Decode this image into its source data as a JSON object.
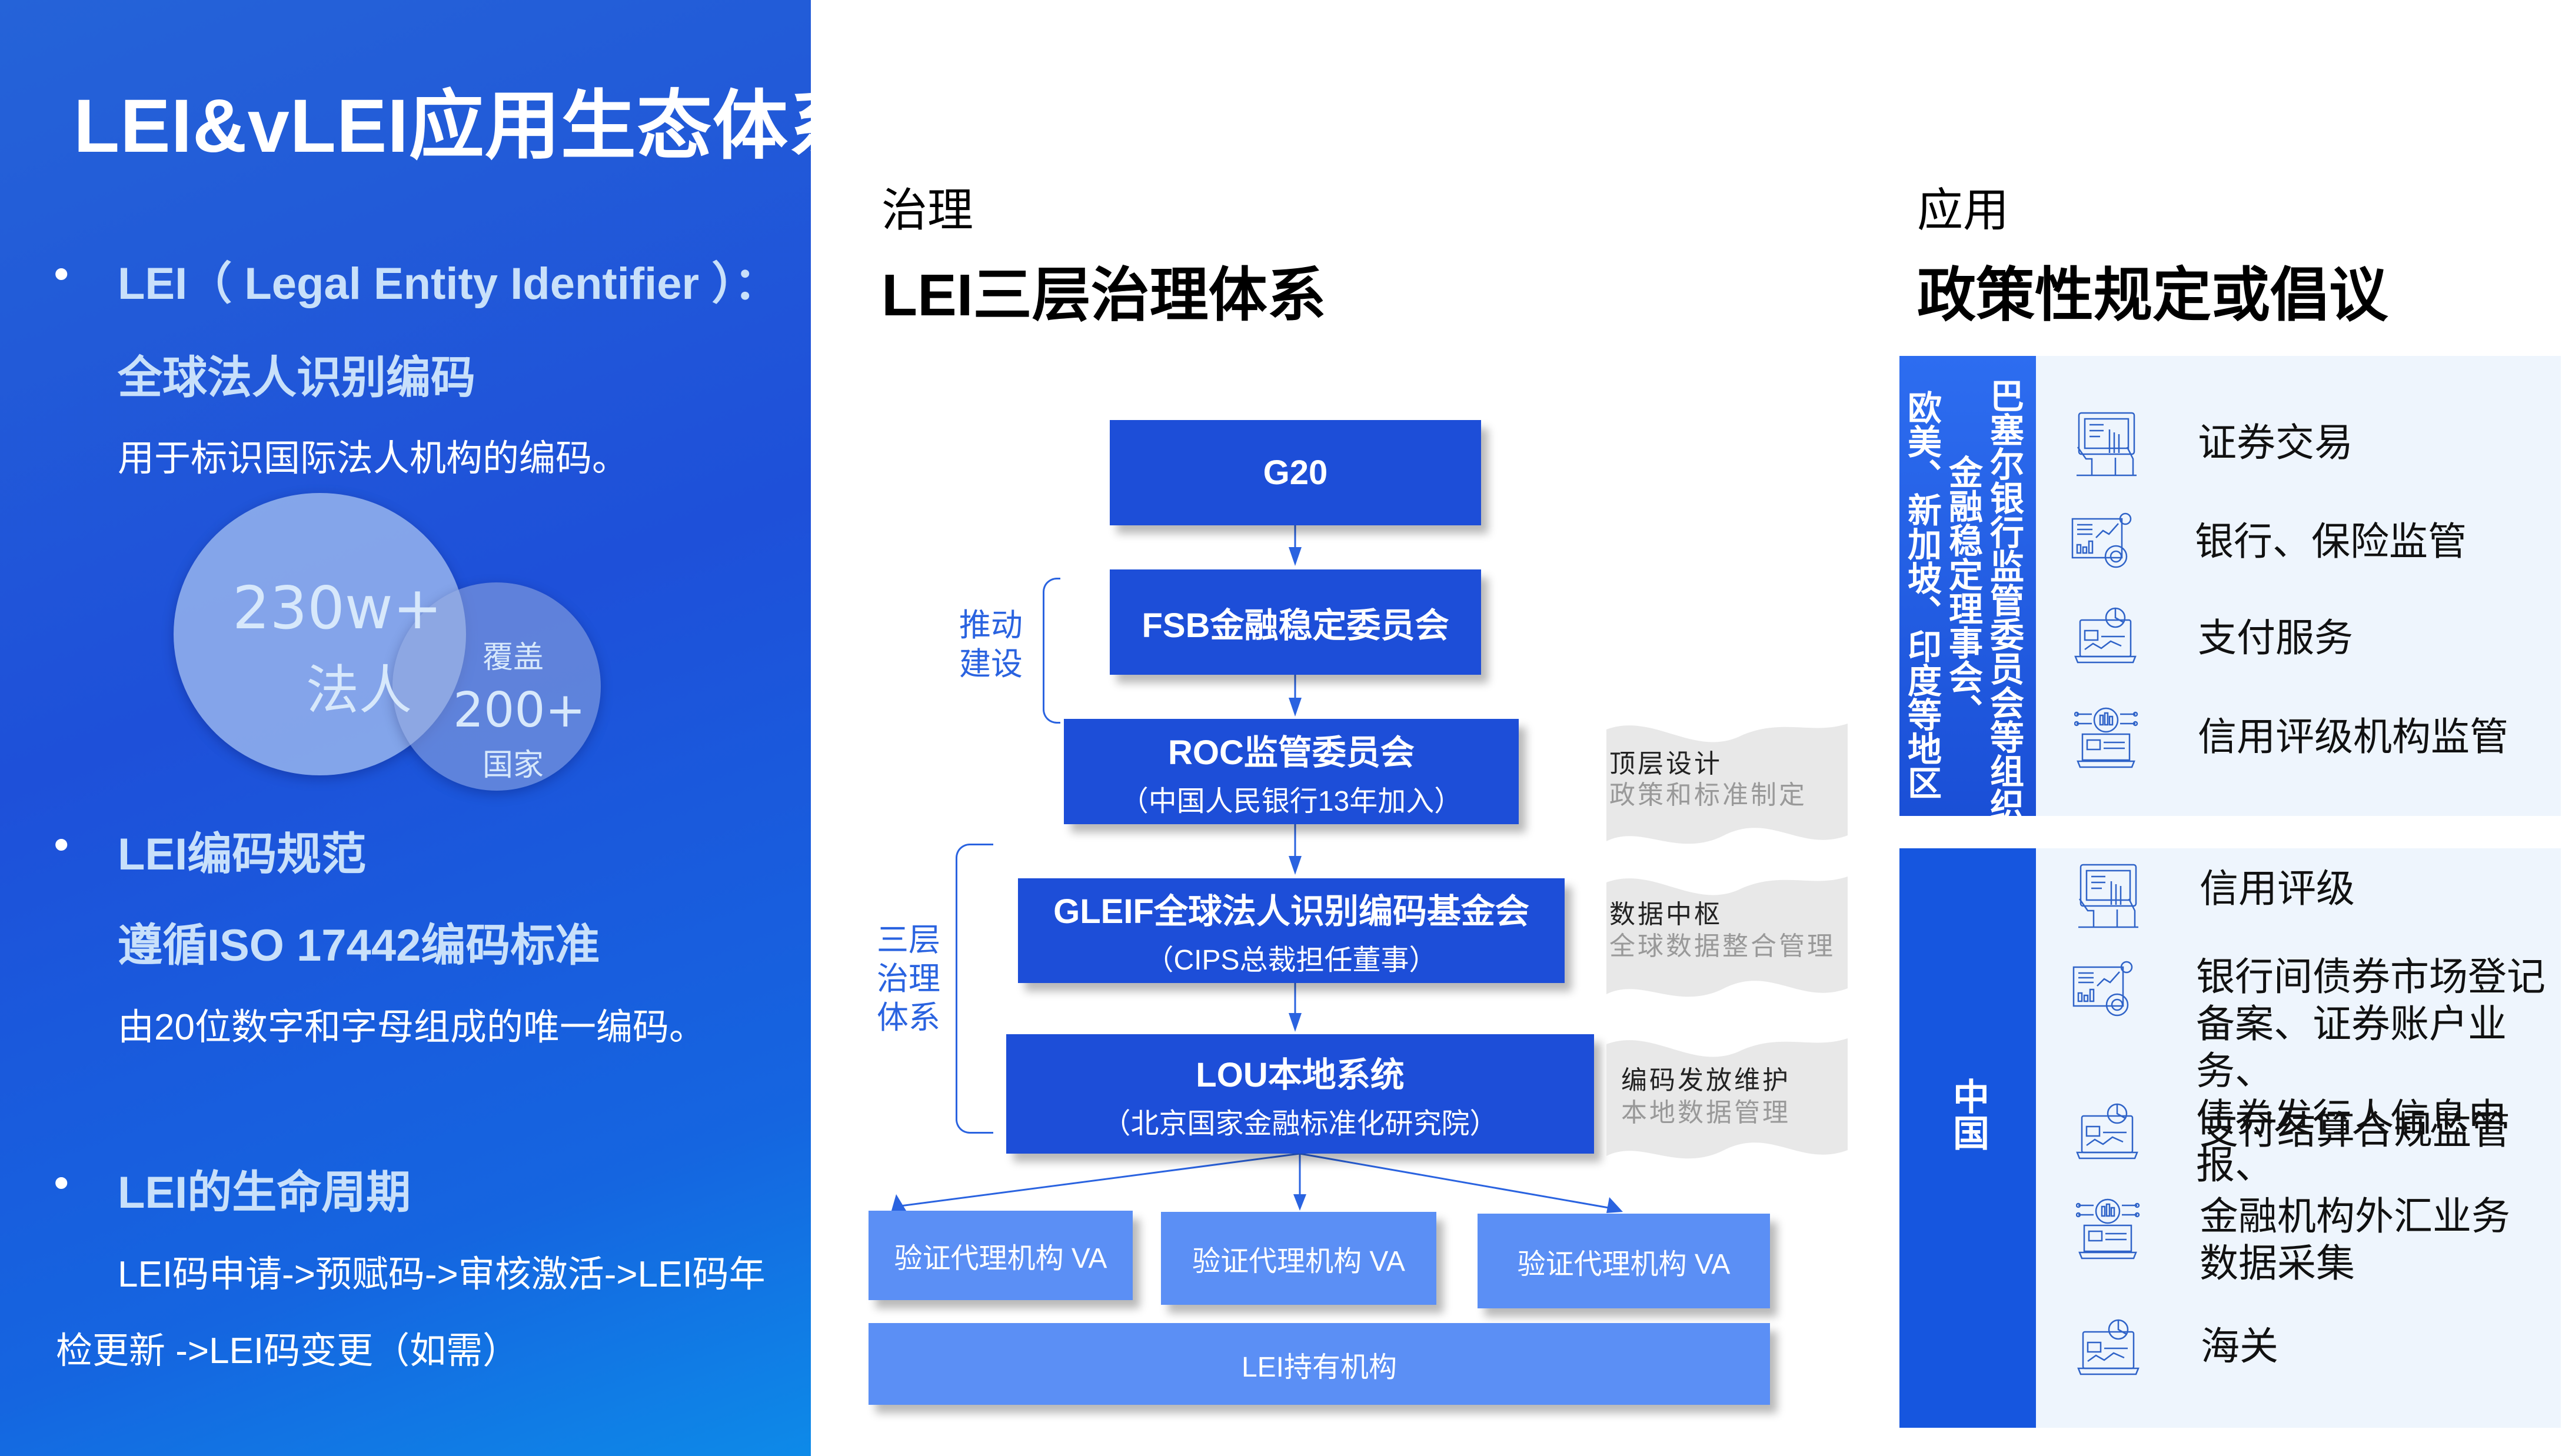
{
  "left": {
    "title": "LEI&vLEI应用生态体系",
    "bullet_glyph": "•",
    "section1": {
      "heading": "LEI（ Legal Entity Identifier ）：",
      "subheading": "全球法人识别编码",
      "text": "用于标识国际法人机构的编码。"
    },
    "stats": {
      "big_value": "230w+",
      "big_label": "法人",
      "small_prefix": "覆盖",
      "small_value": "200+",
      "small_label": "国家"
    },
    "section2": {
      "heading": "LEI编码规范",
      "subheading": "遵循ISO 17442编码标准",
      "text": "由20位数字和字母组成的唯一编码。"
    },
    "section3": {
      "heading": "LEI的生命周期",
      "text_line1": "LEI码申请->预赋码->审核激活->LEI码年",
      "text_line2": "检更新 ->LEI码变更（如需）"
    }
  },
  "governance": {
    "label": "治理",
    "title": "LEI三层治理体系",
    "nodes": {
      "g20": {
        "title": "G20"
      },
      "fsb": {
        "title": "FSB金融稳定委员会"
      },
      "roc": {
        "title": "ROC监管委员会",
        "sub": "（中国人民银行13年加入）"
      },
      "gleif": {
        "title": "GLEIF全球法人识别编码基金会",
        "sub": "（CIPS总裁担任董事）"
      },
      "lou": {
        "title": "LOU本地系统",
        "sub": "（北京国家金融标准化研究院）"
      },
      "va": [
        "验证代理机构 VA",
        "验证代理机构 VA",
        "验证代理机构 VA"
      ],
      "holder": "LEI持有机构"
    },
    "brace_labels": {
      "drive": [
        "推动",
        "建设"
      ],
      "three_tier": [
        "三层",
        "治理",
        "体系"
      ]
    },
    "roles": [
      {
        "title": "顶层设计",
        "desc": "政策和标准制定"
      },
      {
        "title": "数据中枢",
        "desc": "全球数据整合管理"
      },
      {
        "title": "编码发放维护",
        "desc": "本地数据管理"
      }
    ],
    "colors": {
      "node": "#1d4ed8",
      "node_light": "#5b8ff5",
      "connector": "#2a63e0"
    }
  },
  "application": {
    "label": "应用",
    "title": "政策性规定或倡议",
    "groups": [
      {
        "region_col1": "巴塞尔银行监管委员会等组织",
        "region_col2": "金融稳定理事会、",
        "region_col3": "欧美、新加坡、印度等地区",
        "items": [
          {
            "icon": "tablet-touch-icon",
            "label": "证券交易"
          },
          {
            "icon": "analytics-dashboard-icon",
            "label": "银行、保险监管"
          },
          {
            "icon": "laptop-pie-chart-icon",
            "label": "支付服务"
          },
          {
            "icon": "gear-laptop-icon",
            "label": "信用评级机构监管"
          }
        ]
      },
      {
        "region": "中国",
        "items": [
          {
            "icon": "tablet-touch-icon",
            "label": "信用评级"
          },
          {
            "icon": "analytics-dashboard-icon",
            "label": "银行间债券市场登记\n备案、证券账户业务、\n债券发行人信息申报、"
          },
          {
            "icon": "laptop-pie-chart-icon",
            "label": "支付结算合规监管"
          },
          {
            "icon": "gear-laptop-icon",
            "label": "金融机构外汇业务\n数据采集"
          },
          {
            "icon": "laptop-pie-chart-icon",
            "label": "海关"
          }
        ]
      }
    ]
  }
}
